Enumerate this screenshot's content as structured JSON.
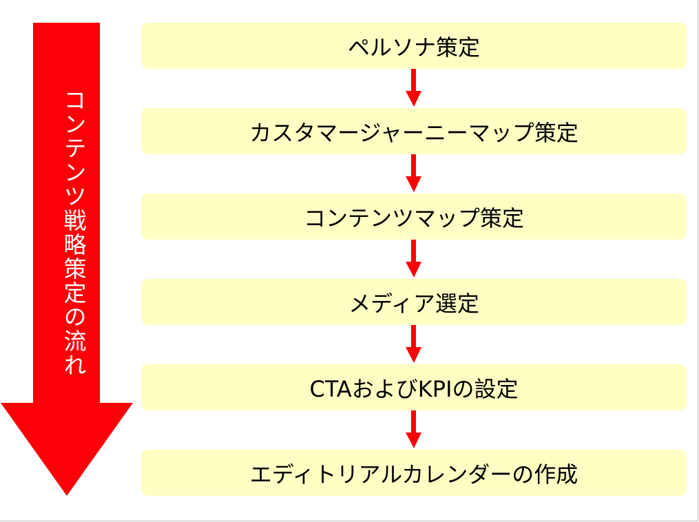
{
  "flow_label": "コンテンツ戦略策定の流れ",
  "steps": [
    {
      "label": "ペルソナ策定"
    },
    {
      "label": "カスタマージャーニーマップ策定"
    },
    {
      "label": "コンテンツマップ策定"
    },
    {
      "label": "メディア選定"
    },
    {
      "label": "CTAおよびKPIの設定"
    },
    {
      "label": "エディトリアルカレンダーの作成"
    }
  ],
  "colors": {
    "arrow": "#FB0007",
    "step_fill": "#FFFFC4"
  }
}
